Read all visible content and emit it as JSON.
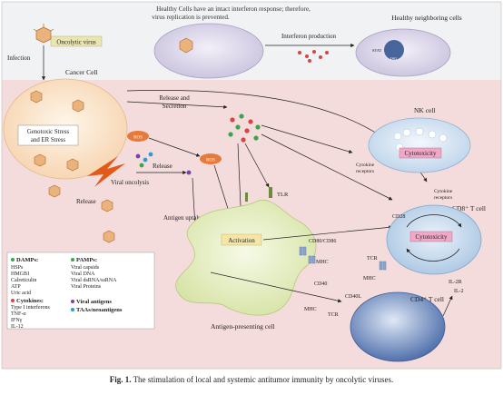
{
  "top_note": [
    "Healthy Cells have an intact interferon response; therefore,",
    "virus replication is prevented."
  ],
  "labels": {
    "oncolytic_virus": "Oncolytic virus",
    "infection": "Infection",
    "cancer_cell": "Cancer Cell",
    "genotoxic_stress": [
      "Genotoxic Stress",
      "and ER Stress"
    ],
    "interferon_production": "Interferon production",
    "healthy_neighboring": "Healthy neighboring cells",
    "release_and_secretion": [
      "Release and",
      "Secretion"
    ],
    "release_mid": "Release",
    "release_left": "Release",
    "viral_oncolysis": "Viral oncolysis",
    "antigen_uptake": "Antigen uptake",
    "ros_a": "ROS",
    "ros_b": "ROS",
    "nk_cell": "NK cell",
    "cytotoxicity_nk": "Cytotoxicity",
    "cytokine_receptors_nk": [
      "Cytokine",
      "receptors"
    ],
    "cytokine_receptors_t": [
      "Cytokine",
      "receptors"
    ],
    "cd8_t_cell": "CD8⁺ T cell",
    "cytotoxicity_t": "Cytotoxicity",
    "cd28": "CD28",
    "tcr_a": "TCR",
    "mhc_a": "MHC",
    "mhc_b": "MHC",
    "cd80_cd86": "CD80/CD86",
    "tlr": "TLR",
    "activation": "Activation",
    "cd40": "CD40",
    "cd40l": "CD40L",
    "mhc_c": "MHC",
    "tcr_b": "TCR",
    "cd4_t_cell": "CD4⁺ T cell",
    "il2r": "IL-2R",
    "il2": "IL-2",
    "apc": "Antigen-presenting cell",
    "stat": "STAT",
    "isg": "ISG"
  },
  "legend": {
    "damps_title": "DAMPs:",
    "damps_items": [
      "HSPs",
      "HMGB1",
      "Calreticulin",
      "ATP",
      "Uric acid"
    ],
    "cytokines_title": "Cytokines:",
    "cytokines_items": [
      "Type I interferons",
      "TNF-α",
      "IFNγ",
      "IL-12"
    ],
    "pamps_title": "PAMPs:",
    "pamps_items": [
      "Viral capsids",
      "Viral DNA",
      "Viral dsRNA/ssRNA",
      "Viral Proteins"
    ],
    "viral_antigens": "Viral antigens",
    "taas": "TAAs/neoantigens"
  },
  "caption_label": "Fig. 1.",
  "caption_text": "The stimulation of local and systemic antitumor immunity by oncolytic viruses.",
  "colors": {
    "healthy_bg": "#f3f4f6",
    "tumor_bg": "#f6dada",
    "cancer_cell": "#fbe3c9",
    "healthy_cell": "#dcd7e8",
    "nk_cell": "#dfe9f5",
    "t_cell": "#cfe0ef",
    "cd4_cell": "#4d6fae",
    "apc": "#e8f0c8",
    "cytotoxicity_box": "#f3a7c6",
    "activation_box": "#f5e6a8",
    "damp": "#3fa34d",
    "cytokine": "#d64545",
    "viral_antigen": "#7a3fb3",
    "taa": "#2f9bd6",
    "virus": "#e7a06a"
  }
}
